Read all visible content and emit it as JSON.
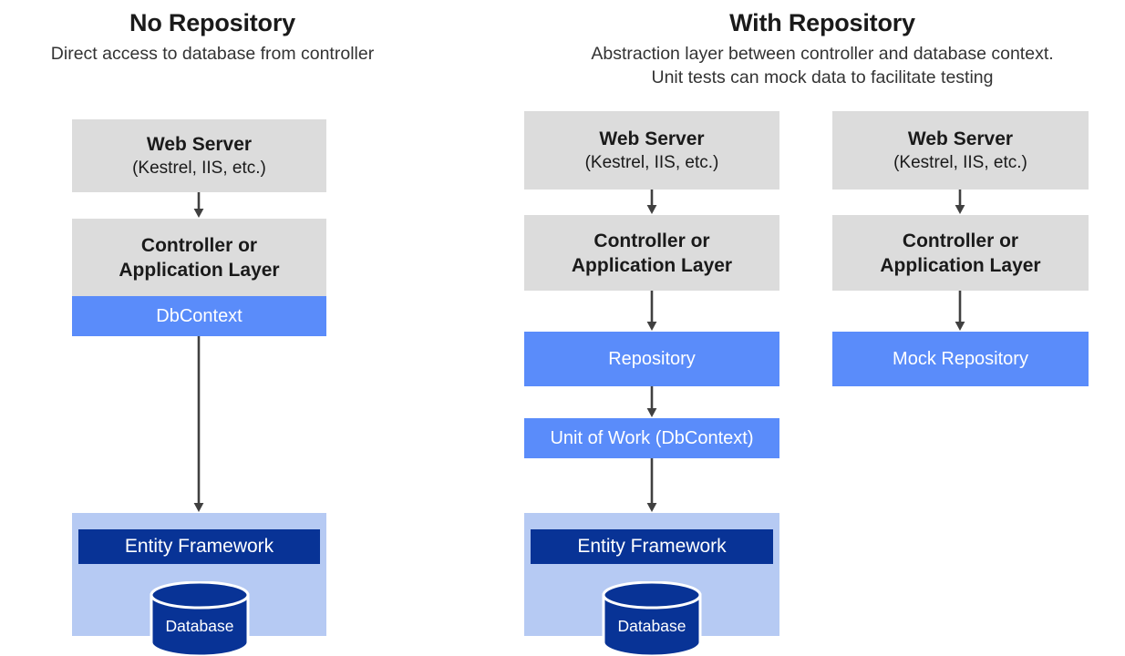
{
  "panels": [
    {
      "id": "no-repository",
      "title": "No Repository",
      "subtitle_line1": "Direct access to database from controller",
      "subtitle_line2": ""
    },
    {
      "id": "with-repository",
      "title": "With Repository",
      "subtitle_line1": "Abstraction layer between controller and database context.",
      "subtitle_line2": "Unit tests can mock data to facilitate testing"
    }
  ],
  "columns": {
    "left": {
      "web_server": {
        "title": "Web Server",
        "subtitle": "(Kestrel, IIS, etc.)"
      },
      "controller": {
        "line1": "Controller or",
        "line2": "Application Layer"
      },
      "db_context": {
        "label": "DbContext"
      },
      "entity_framework": {
        "label": "Entity Framework",
        "database": "Database"
      }
    },
    "middle": {
      "web_server": {
        "title": "Web Server",
        "subtitle": "(Kestrel, IIS, etc.)"
      },
      "controller": {
        "line1": "Controller or",
        "line2": "Application Layer"
      },
      "repository": {
        "label": "Repository"
      },
      "unit_of_work": {
        "label": "Unit of Work (DbContext)"
      },
      "entity_framework": {
        "label": "Entity Framework",
        "database": "Database"
      }
    },
    "right": {
      "web_server": {
        "title": "Web Server",
        "subtitle": "(Kestrel, IIS, etc.)"
      },
      "controller": {
        "line1": "Controller or",
        "line2": "Application Layer"
      },
      "mock_repository": {
        "label": "Mock Repository"
      }
    }
  },
  "colors": {
    "gray_box": "#dcdcdc",
    "blue_box": "#5a8cfa",
    "light_blue_panel": "#b6caf3",
    "navy_bar": "#083396",
    "arrow": "#404040",
    "text_dark": "#1a1a1a",
    "text_light": "#ffffff"
  }
}
